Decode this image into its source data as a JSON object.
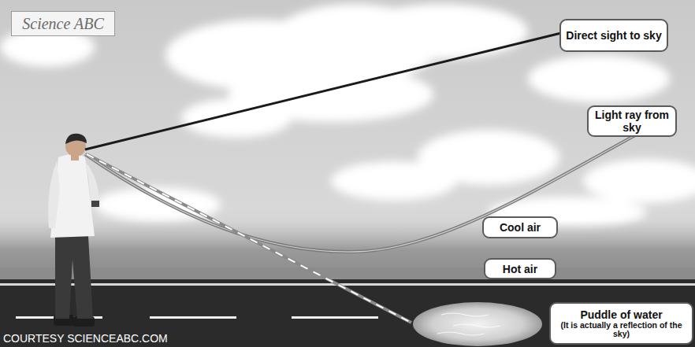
{
  "diagram": {
    "nodes": [
      {
        "text": [
          "Science ABC"
        ]
      },
      {
        "text": [
          "Direct sight to sky"
        ]
      },
      {
        "text": [
          "Light ray from sky"
        ]
      },
      {
        "text": [
          "Cool air"
        ]
      },
      {
        "text": [
          "Hot air"
        ]
      },
      {
        "text": [
          "Puddle of water",
          "(It is actually a reflection of the sky)"
        ]
      }
    ],
    "labels": [
      "COURTESY SCIENCEABC.COM"
    ]
  }
}
